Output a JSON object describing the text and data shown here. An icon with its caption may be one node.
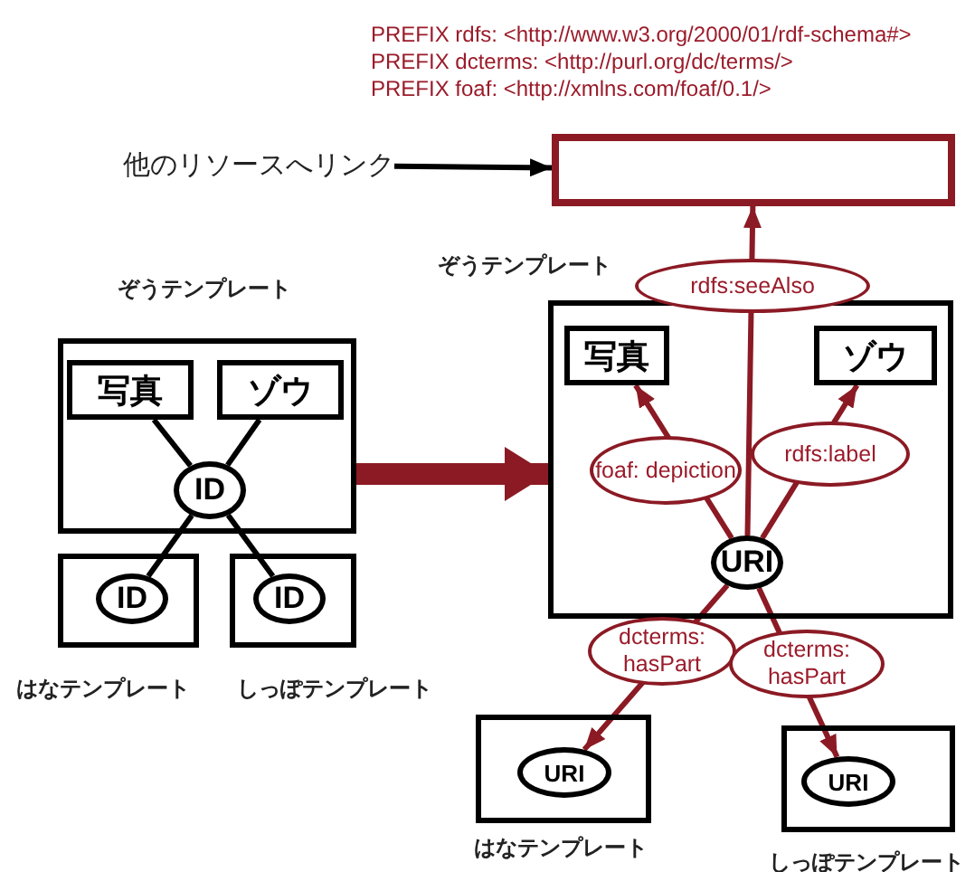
{
  "diagram": {
    "nodes": [
      {
        "text": [
          "ぞうテンプレート"
        ]
      },
      {
        "text": [
          "写真"
        ],
        "in": 0
      },
      {
        "text": [
          "ゾウ"
        ],
        "in": 0
      },
      {
        "text": [
          "ID"
        ],
        "in": 0
      },
      {
        "text": [
          "はなテンプレート"
        ]
      },
      {
        "text": [
          "ID"
        ],
        "in": 4
      },
      {
        "text": [
          "しっぽテンプレート"
        ]
      },
      {
        "text": [
          "ID"
        ],
        "in": 6
      },
      {
        "text": [
          "ぞうテンプレート"
        ]
      },
      {
        "text": [
          "写真"
        ],
        "in": 8
      },
      {
        "text": [
          "ゾウ"
        ],
        "in": 8
      },
      {
        "text": [
          "URI"
        ],
        "in": 8
      },
      {
        "text": [
          "はなテンプレート"
        ]
      },
      {
        "text": [
          "URI"
        ],
        "in": 12
      },
      {
        "text": [
          "しっぽテンプレート"
        ]
      },
      {
        "text": [
          "URI"
        ],
        "in": 14
      },
      {
        "text": [],
        "shape": "box"
      },
      {
        "text": [
          "他のリソースへリンク"
        ]
      }
    ],
    "edges": [
      {
        "from": 3,
        "to": 1,
        "arrow": "none",
        "color": "#000000"
      },
      {
        "from": 3,
        "to": 2,
        "arrow": "none",
        "color": "#000000"
      },
      {
        "from": 3,
        "to": 5,
        "arrow": "none",
        "color": "#000000"
      },
      {
        "from": 3,
        "to": 7,
        "arrow": "none",
        "color": "#000000"
      },
      {
        "from": 0,
        "to": 8,
        "arrow": "to",
        "style": "thick",
        "color": "#8b1a24"
      },
      {
        "from": 11,
        "to": 9,
        "arrow": "to",
        "label": "foaf: depiction",
        "color": "#8b1a24"
      },
      {
        "from": 11,
        "to": 10,
        "arrow": "to",
        "label": "rdfs:label",
        "color": "#8b1a24"
      },
      {
        "from": 11,
        "to": 16,
        "arrow": "to",
        "label": "rdfs:seeAlso",
        "color": "#8b1a24"
      },
      {
        "from": 11,
        "to": 13,
        "arrow": "to",
        "label": "dcterms: hasPart",
        "color": "#8b1a24"
      },
      {
        "from": 11,
        "to": 15,
        "arrow": "to",
        "label": "dcterms: hasPart",
        "color": "#8b1a24"
      },
      {
        "from": 17,
        "to": 16,
        "arrow": "to",
        "color": "#000000"
      }
    ],
    "labels": [
      "PREFIX rdfs: <http://www.w3.org/2000/01/rdf-schema#>",
      "PREFIX dcterms: <http://purl.org/dc/terms/>",
      "PREFIX foaf: <http://xmlns.com/foaf/0.1/>"
    ]
  }
}
